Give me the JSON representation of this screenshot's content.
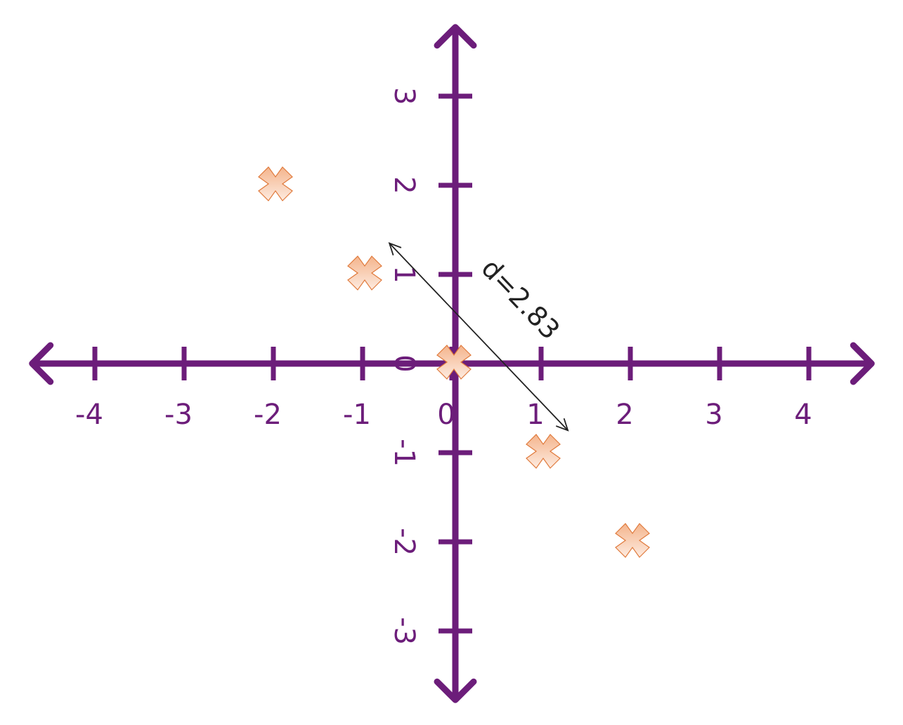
{
  "chart_data": {
    "type": "scatter",
    "title": "",
    "xlabel": "",
    "ylabel": "",
    "xlim": [
      -4.75,
      4.75
    ],
    "ylim": [
      -3.75,
      3.75
    ],
    "x_ticks": [
      -4,
      -3,
      -2,
      -1,
      0,
      1,
      2,
      3,
      4
    ],
    "x_tick_labels": [
      "-4",
      "-3",
      "-2",
      "-1",
      "0",
      "1",
      "2",
      "3",
      "4"
    ],
    "y_ticks": [
      -3,
      -2,
      -1,
      0,
      1,
      2,
      3
    ],
    "y_tick_labels": [
      "-3",
      "-2",
      "-1",
      "0",
      "1",
      "2",
      "3"
    ],
    "grid": false,
    "series": [
      {
        "marker": "cross",
        "points": [
          {
            "x": -2,
            "y": 2
          },
          {
            "x": -1,
            "y": 1
          },
          {
            "x": 0,
            "y": 0
          },
          {
            "x": 1,
            "y": -1
          },
          {
            "x": 2,
            "y": -2
          }
        ]
      }
    ],
    "annotations": [
      {
        "type": "double-arrow",
        "from": [
          -0.7,
          1.35
        ],
        "to": [
          1.3,
          -0.75
        ],
        "label": "d=2.83"
      }
    ],
    "colors": {
      "axis": "#6c1d7a",
      "marker_fill_light": "#fdebe0",
      "marker_fill_dark": "#f4b48c",
      "marker_stroke": "#e07a3c",
      "annotation": "#222222"
    }
  }
}
